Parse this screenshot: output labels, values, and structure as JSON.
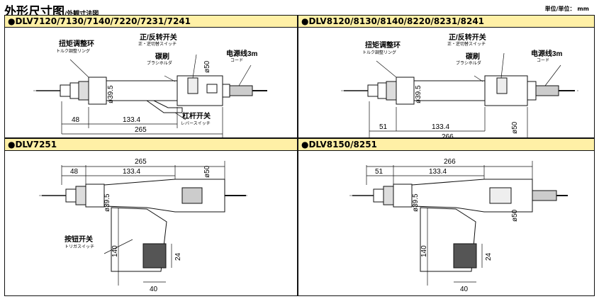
{
  "header": {
    "title": "外形尺寸图",
    "title_sub": "/外観寸法図",
    "unit": "単位/単位： mm"
  },
  "panels": [
    {
      "title": "●DLV7120/7130/7140/7220/7231/7241",
      "labels": {
        "torque_cn": "扭矩调整环",
        "torque_jp": "トルク調整リング",
        "switch_cn": "正/反转开关",
        "switch_jp": "正・逆切替スイッチ",
        "brush_cn": "碳刷",
        "brush_jp": "ブラシホルダ",
        "cord_cn": "电源线3m",
        "cord_jp": "コード",
        "lever_cn": "杠杆开关",
        "lever_jp": "レバースイッチ"
      },
      "dims": {
        "d1": "48",
        "d2": "133.4",
        "d3": "265",
        "dia1": "ø39.5",
        "dia2": "ø50"
      }
    },
    {
      "title": "●DLV8120/8130/8140/8220/8231/8241",
      "labels": {
        "torque_cn": "扭矩调整环",
        "torque_jp": "トルク調整リング",
        "switch_cn": "正/反转开关",
        "switch_jp": "正・逆切替スイッチ",
        "brush_cn": "碳刷",
        "brush_jp": "ブラシホルダ",
        "cord_cn": "电源线3m",
        "cord_jp": "コード"
      },
      "dims": {
        "d1": "51",
        "d2": "133.4",
        "d3": "266",
        "dia1": "ø39.5",
        "dia2": "ø50"
      }
    },
    {
      "title": "●DLV7251",
      "labels": {
        "trigger_cn": "按钮开关",
        "trigger_jp": "トリガスイッチ"
      },
      "dims": {
        "d1": "48",
        "d2": "133.4",
        "d3": "265",
        "dia1": "ø39.5",
        "dia2": "ø50",
        "h": "140",
        "w": "40",
        "g": "24"
      }
    },
    {
      "title": "●DLV8150/8251",
      "labels": {},
      "dims": {
        "d1": "51",
        "d2": "133.4",
        "d3": "266",
        "dia1": "ø39.5",
        "dia2": "ø50",
        "h": "140",
        "w": "40",
        "g": "24"
      }
    }
  ]
}
